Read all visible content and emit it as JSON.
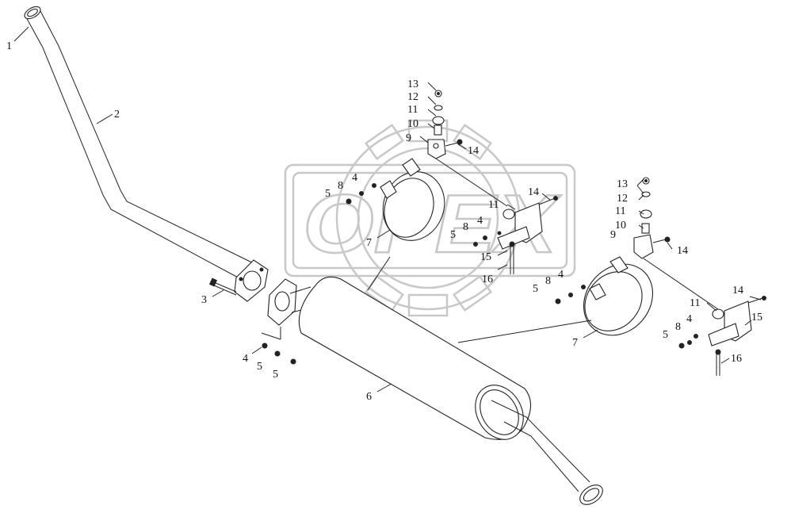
{
  "diagram": {
    "watermark_text": "OPEX",
    "callouts": [
      {
        "id": "c1",
        "text": "1"
      },
      {
        "id": "c2",
        "text": "2"
      },
      {
        "id": "c3",
        "text": "3"
      },
      {
        "id": "c4a",
        "text": "4"
      },
      {
        "id": "c5a",
        "text": "5"
      },
      {
        "id": "c5b",
        "text": "5"
      },
      {
        "id": "c6",
        "text": "6"
      },
      {
        "id": "c7a",
        "text": "7"
      },
      {
        "id": "c4b",
        "text": "4"
      },
      {
        "id": "c8a",
        "text": "8"
      },
      {
        "id": "c5c",
        "text": "5"
      },
      {
        "id": "c13a",
        "text": "13"
      },
      {
        "id": "c12a",
        "text": "12"
      },
      {
        "id": "c11a",
        "text": "11"
      },
      {
        "id": "c10a",
        "text": "10"
      },
      {
        "id": "c9a",
        "text": "9"
      },
      {
        "id": "c14a",
        "text": "14"
      },
      {
        "id": "c14b",
        "text": "14"
      },
      {
        "id": "c11b",
        "text": "11"
      },
      {
        "id": "c4c",
        "text": "4"
      },
      {
        "id": "c8b",
        "text": "8"
      },
      {
        "id": "c5d",
        "text": "5"
      },
      {
        "id": "c15a",
        "text": "15"
      },
      {
        "id": "c16a",
        "text": "16"
      },
      {
        "id": "c13b",
        "text": "13"
      },
      {
        "id": "c12b",
        "text": "12"
      },
      {
        "id": "c11c",
        "text": "11"
      },
      {
        "id": "c10b",
        "text": "10"
      },
      {
        "id": "c9b",
        "text": "9"
      },
      {
        "id": "c14c",
        "text": "14"
      },
      {
        "id": "c4d",
        "text": "4"
      },
      {
        "id": "c8c",
        "text": "8"
      },
      {
        "id": "c5e",
        "text": "5"
      },
      {
        "id": "c7b",
        "text": "7"
      },
      {
        "id": "c14d",
        "text": "14"
      },
      {
        "id": "c11d",
        "text": "11"
      },
      {
        "id": "c4e",
        "text": "4"
      },
      {
        "id": "c8d",
        "text": "8"
      },
      {
        "id": "c5f",
        "text": "5"
      },
      {
        "id": "c15b",
        "text": "15"
      },
      {
        "id": "c16b",
        "text": "16"
      }
    ]
  }
}
